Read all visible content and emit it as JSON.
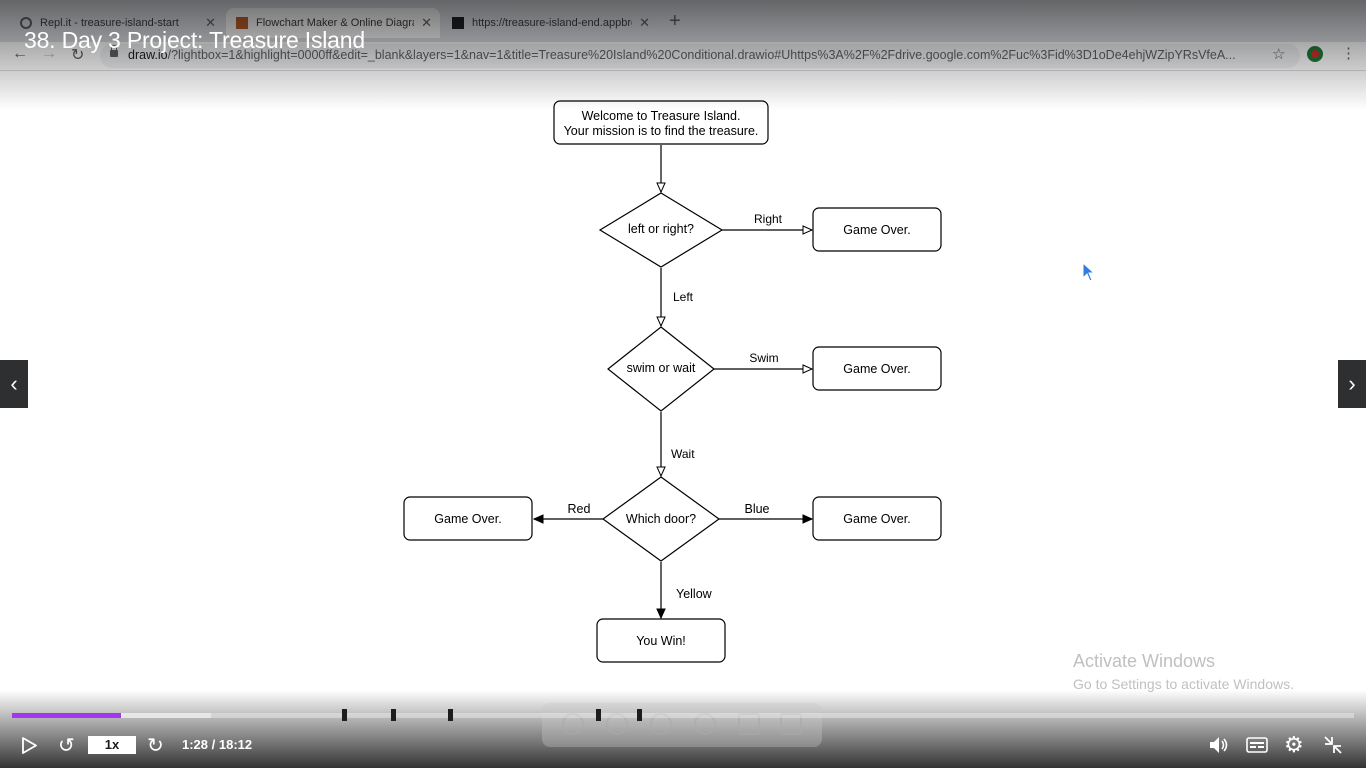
{
  "browser": {
    "tabs": [
      {
        "title": "Repl.it - treasure-island-start"
      },
      {
        "title": "Flowchart Maker & Online Diagram Software"
      },
      {
        "title": "https://treasure-island-end.appbrewery.repl.run"
      }
    ],
    "url_host": "draw.io",
    "url_rest": "/?lightbox=1&highlight=0000ff&edit=_blank&layers=1&nav=1&title=Treasure%20Island%20Conditional.drawio#Uhttps%3A%2F%2Fdrive.google.com%2Fuc%3Fid%3D1oDe4ehjWZipYRsVfeA..."
  },
  "lecture": {
    "title": "38. Day 3 Project: Treasure Island"
  },
  "flowchart": {
    "start": [
      "Welcome to Treasure Island.",
      "Your mission is to find the treasure."
    ],
    "q1": "left or right?",
    "q1_right_label": "Right",
    "q1_left_label": "Left",
    "q1_right_result": "Game Over.",
    "q2": "swim or wait",
    "q2_swim_label": "Swim",
    "q2_wait_label": "Wait",
    "q2_swim_result": "Game Over.",
    "q3": "Which door?",
    "q3_red_label": "Red",
    "q3_blue_label": "Blue",
    "q3_yellow_label": "Yellow",
    "q3_red_result": "Game Over.",
    "q3_blue_result": "Game Over.",
    "q3_yellow_result": "You Win!"
  },
  "windows_watermark": {
    "line1": "Activate Windows",
    "line2": "Go to Settings to activate Windows."
  },
  "player": {
    "speed": "1x",
    "time": "1:28 / 18:12",
    "progress_fraction": 0.081,
    "buffered_fraction": 0.148,
    "accent_color": "#a435f0"
  }
}
